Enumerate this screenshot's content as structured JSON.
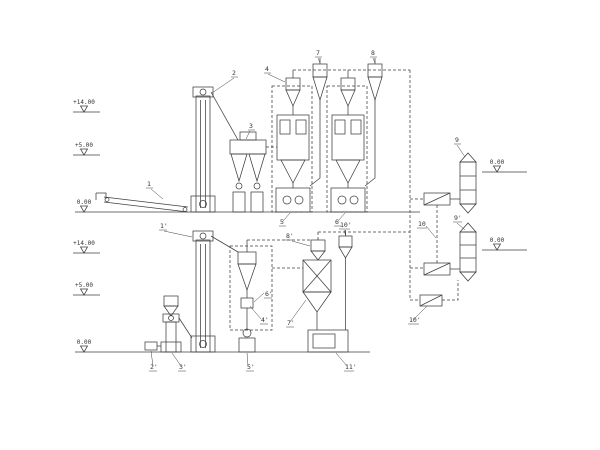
{
  "drawing": {
    "stroke_color": "#3f3f3f",
    "text_color": "#333333",
    "background": "#ffffff",
    "type": "process-flow-diagram"
  },
  "elevation_markers": {
    "upper_14": "+14.00",
    "upper_5": "+5.00",
    "upper_0": "0.00",
    "lower_14": "+14.00",
    "lower_5": "+5.00",
    "lower_0": "0.00",
    "right_upper": "0.00",
    "right_lower": "0.00"
  },
  "equipment_labels": {
    "conveyor": "1",
    "bucket_elevator": "2",
    "sifter": "3",
    "cyclone_a": "4",
    "mill_a": "5",
    "mill_b": "6",
    "dust_cyclone_a": "7",
    "dust_cyclone_b": "8",
    "filter_upper": "9",
    "filter_lower": "9'",
    "fan_upper": "10",
    "fan_lower": "10'",
    "elevator_b": "1'",
    "feeder_b": "2'",
    "small_elevator": "3'",
    "cyclone_d": "4'",
    "packer_a": "5'",
    "airlock": "6'",
    "bin": "7'",
    "cyclone_e": "8'",
    "packer_b": "11'"
  }
}
